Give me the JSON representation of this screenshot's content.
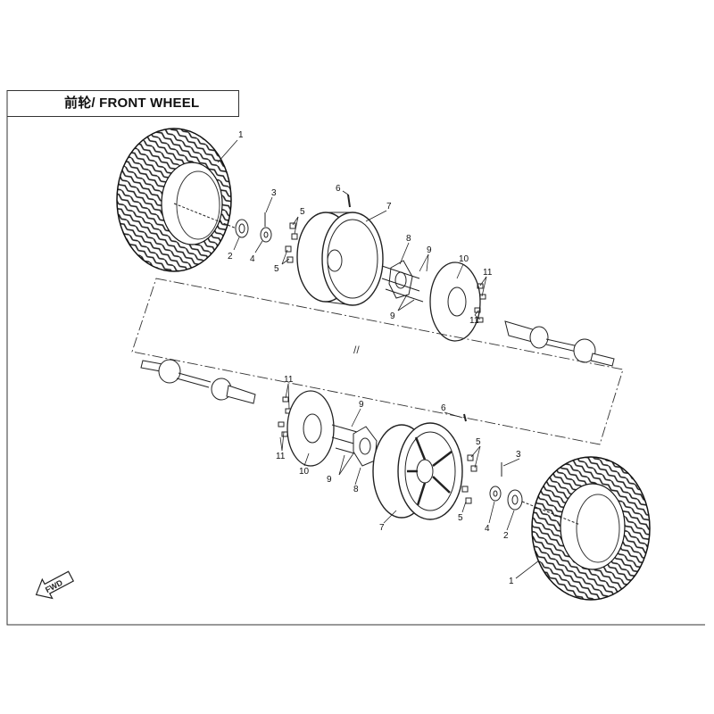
{
  "title": "前轮/ FRONT WHEEL",
  "fwd_label": "FWD",
  "callouts": {
    "tire": "1",
    "hub_nut": "2",
    "cotter_pin": "3",
    "nut_cap": "4",
    "wheel_nut": "5",
    "valve": "6",
    "rim": "7",
    "wheel_hub": "8",
    "stud": "9",
    "brake_disc": "10",
    "disc_bolt": "11"
  },
  "colors": {
    "line": "#222222",
    "background": "#ffffff"
  },
  "icons": [
    "fwd-arrow-icon"
  ]
}
